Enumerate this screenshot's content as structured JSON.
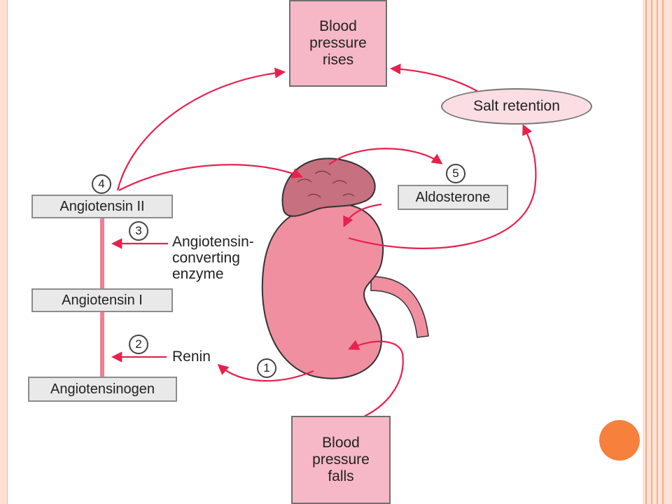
{
  "diagram": {
    "bp_rises": [
      "Blood",
      "pressure",
      "rises"
    ],
    "bp_falls": [
      "Blood",
      "pressure",
      "falls"
    ],
    "salt_retention": "Salt retention",
    "aldosterone": "Aldosterone",
    "angiotensin_ii": "Angiotensin II",
    "angiotensin_i": "Angiotensin I",
    "angiotensinogen": "Angiotensinogen",
    "ace": [
      "Angiotensin-",
      "converting",
      "enzyme"
    ],
    "renin": "Renin",
    "steps": [
      "1",
      "2",
      "3",
      "4",
      "5"
    ]
  },
  "colors": {
    "arrow": "#e8204e",
    "kidney": "#ef8fa0",
    "adrenal": "#c7707f",
    "box_fill": "#f6b8c6",
    "accent_dot": "#f7803c"
  },
  "icons": [
    "kidney-icon",
    "adrenal-gland-icon",
    "ureter-icon"
  ]
}
